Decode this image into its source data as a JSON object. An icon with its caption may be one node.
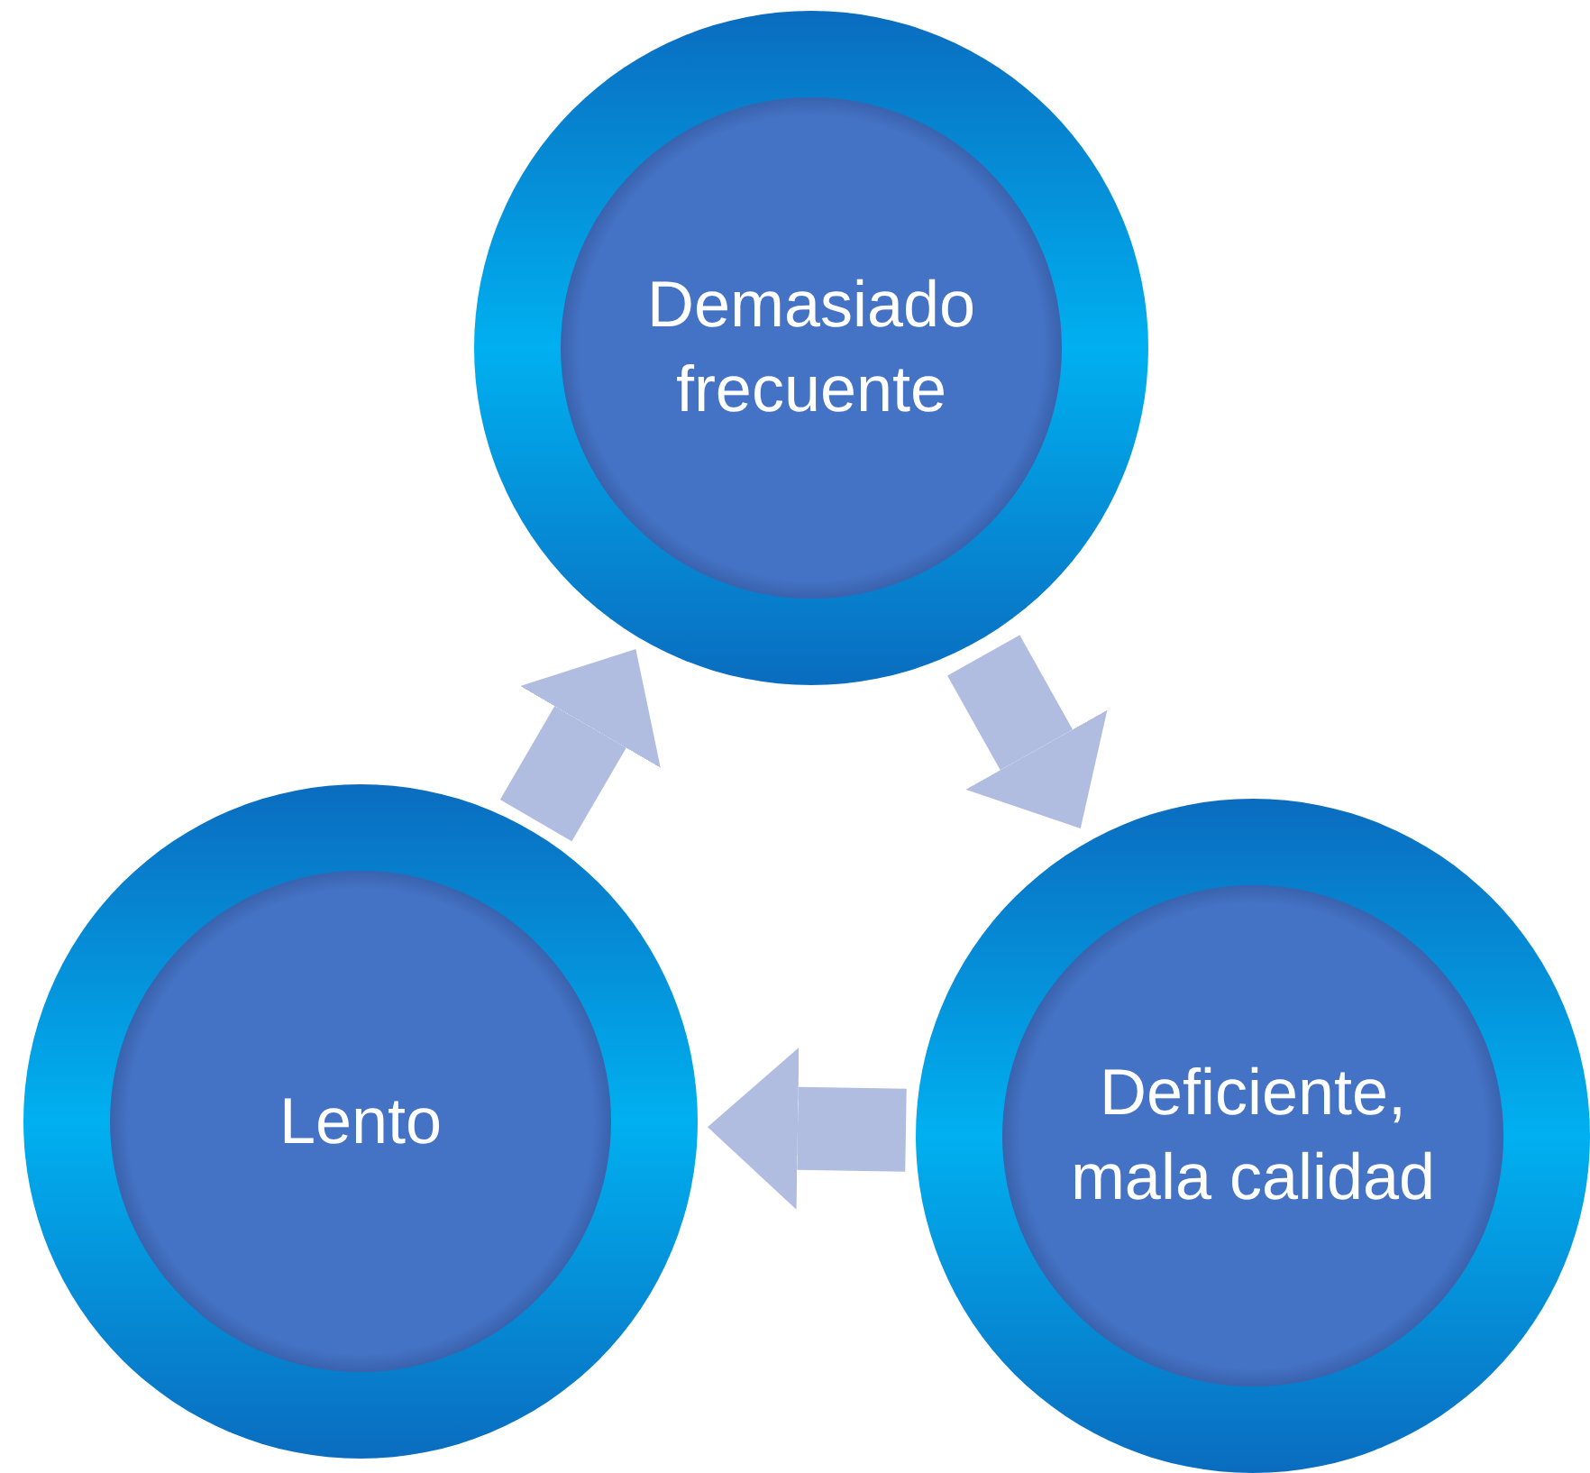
{
  "diagram": {
    "nodes": [
      {
        "text": [
          "Demasiado frecuente"
        ]
      },
      {
        "text": [
          "Deficiente, mala calidad"
        ]
      },
      {
        "text": [
          "Lento"
        ]
      }
    ],
    "edges": [
      {
        "from": 0,
        "to": 1,
        "arrow": "to"
      },
      {
        "from": 1,
        "to": 2,
        "arrow": "to"
      },
      {
        "from": 2,
        "to": 0,
        "arrow": "to"
      }
    ]
  }
}
